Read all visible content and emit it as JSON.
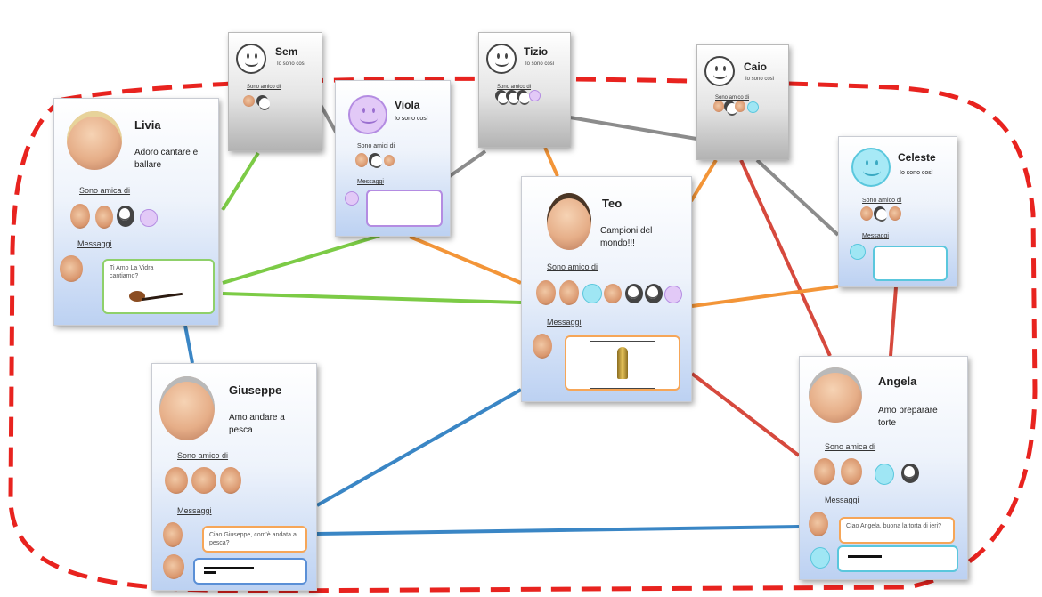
{
  "colors": {
    "boundary": "#e8231f",
    "edge_green": "#7ccb46",
    "edge_orange": "#f39538",
    "edge_gray": "#8c8c8c",
    "edge_blue": "#3a86c5",
    "edge_red": "#d6493d",
    "bubble_orange": "#f6a658",
    "bubble_green": "#8fd06a",
    "bubble_cyan": "#5ac7dd",
    "bubble_violet": "#b48ce2",
    "bubble_blue": "#5a8fd6"
  },
  "profiles": {
    "sem": {
      "name": "Sem",
      "status": "Io sono così",
      "friends_label": "Sono amico di",
      "avatar": "gray-smiley-icon"
    },
    "tizio": {
      "name": "Tizio",
      "status": "Io sono così",
      "friends_label": "Sono amico di",
      "avatar": "gray-smiley-icon"
    },
    "caio": {
      "name": "Caio",
      "status": "Io sono così",
      "friends_label": "Sono amico di",
      "avatar": "gray-smiley-icon"
    },
    "viola": {
      "name": "Viola",
      "status": "Io sono così",
      "friends_label": "Sono amici di",
      "messages_label": "Messaggi",
      "avatar": "violet-smiley-icon"
    },
    "livia": {
      "name": "Livia",
      "status": "Adoro cantare e ballare",
      "friends_label": "Sono amica di",
      "messages_label": "Messaggi",
      "message": "Ti Amo La Vidra cantiamo?"
    },
    "teo": {
      "name": "Teo",
      "status": "Campioni del mondo!!!",
      "friends_label": "Sono amico di",
      "messages_label": "Messaggi"
    },
    "celeste": {
      "name": "Celeste",
      "status": "Io sono così",
      "friends_label": "Sono amico di",
      "messages_label": "Messaggi",
      "avatar": "cyan-smiley-icon"
    },
    "giuseppe": {
      "name": "Giuseppe",
      "status": "Amo andare a pesca",
      "friends_label": "Sono amico di",
      "messages_label": "Messaggi",
      "message": "Ciao Giuseppe, com'è andata a pesca?"
    },
    "angela": {
      "name": "Angela",
      "status": "Amo preparare torte",
      "friends_label": "Sono amica di",
      "messages_label": "Messaggi",
      "message": "Ciao Angela, buona la torta di ieri?"
    }
  },
  "edges": [
    {
      "from": "sem",
      "to": "livia",
      "color": "edge_green"
    },
    {
      "from": "livia",
      "to": "viola",
      "color": "edge_green"
    },
    {
      "from": "livia",
      "to": "teo",
      "color": "edge_green"
    },
    {
      "from": "livia",
      "to": "giuseppe",
      "color": "edge_blue"
    },
    {
      "from": "viola",
      "to": "tizio",
      "color": "edge_gray"
    },
    {
      "from": "sem",
      "to": "viola",
      "color": "edge_gray"
    },
    {
      "from": "viola",
      "to": "teo",
      "color": "edge_orange"
    },
    {
      "from": "tizio",
      "to": "caio",
      "color": "edge_gray"
    },
    {
      "from": "tizio",
      "to": "teo",
      "color": "edge_orange"
    },
    {
      "from": "caio",
      "to": "teo",
      "color": "edge_orange"
    },
    {
      "from": "caio",
      "to": "celeste",
      "color": "edge_gray"
    },
    {
      "from": "caio",
      "to": "angela",
      "color": "edge_red"
    },
    {
      "from": "teo",
      "to": "celeste",
      "color": "edge_orange"
    },
    {
      "from": "teo",
      "to": "angela",
      "color": "edge_red"
    },
    {
      "from": "celeste",
      "to": "angela",
      "color": "edge_red"
    },
    {
      "from": "giuseppe",
      "to": "teo",
      "color": "edge_blue"
    },
    {
      "from": "giuseppe",
      "to": "angela",
      "color": "edge_blue"
    }
  ]
}
